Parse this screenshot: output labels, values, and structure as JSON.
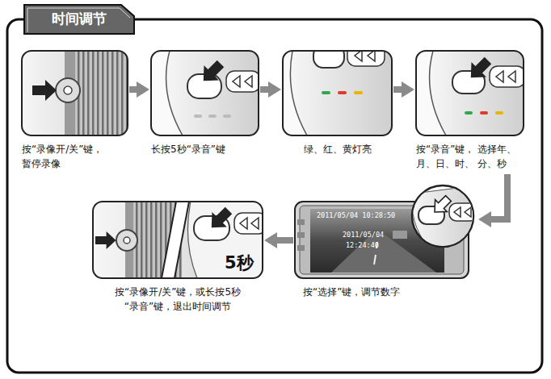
{
  "diagram": {
    "title": "时间调节",
    "nodes": [
      {
        "text": [
          "按“录像开/关”键， 暂停录像"
        ]
      },
      {
        "text": [
          "长按5秒“录音”键"
        ]
      },
      {
        "text": [
          "绿、红、黄灯亮"
        ]
      },
      {
        "text": [
          "按“录音”键， 选择年、月、日、时、 分、秒"
        ]
      },
      {
        "text": [
          "按“选择”键，调节数字"
        ]
      },
      {
        "text": [
          "按“录像开/关”键，或长按5秒 “录音”键，退出时间调节"
        ]
      }
    ],
    "edges": [
      {
        "from": 0,
        "to": 1,
        "arrow": "to"
      },
      {
        "from": 1,
        "to": 2,
        "arrow": "to"
      },
      {
        "from": 2,
        "to": 3,
        "arrow": "to"
      },
      {
        "from": 3,
        "to": 4,
        "arrow": "to"
      },
      {
        "from": 4,
        "to": 5,
        "arrow": "to"
      }
    ],
    "labels": [
      "2011/05/04 10:28:50",
      "2011/05/04",
      "12:24:40",
      "5秒"
    ]
  }
}
